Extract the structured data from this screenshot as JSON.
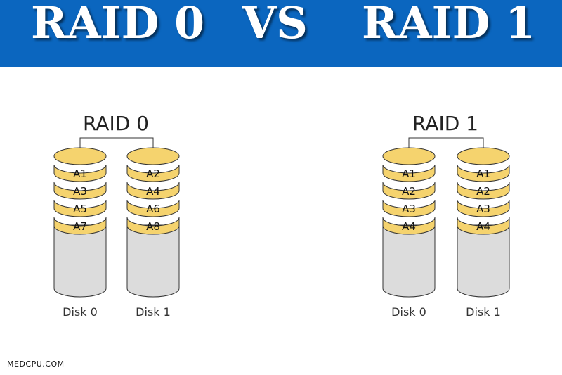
{
  "banner": {
    "title_left": "RAID 0",
    "title_vs": "VS",
    "title_right": "RAID 1",
    "background_color": "#0b66bf",
    "text_color": "#ffffff"
  },
  "diagrams": [
    {
      "title": "RAID 0",
      "disks": [
        {
          "label": "Disk 0",
          "blocks": [
            "A1",
            "A3",
            "A5",
            "A7"
          ]
        },
        {
          "label": "Disk 1",
          "blocks": [
            "A2",
            "A4",
            "A6",
            "A8"
          ]
        }
      ]
    },
    {
      "title": "RAID 1",
      "disks": [
        {
          "label": "Disk 0",
          "blocks": [
            "A1",
            "A2",
            "A3",
            "A4"
          ]
        },
        {
          "label": "Disk 1",
          "blocks": [
            "A1",
            "A2",
            "A3",
            "A4"
          ]
        }
      ]
    }
  ],
  "colors": {
    "block_fill": "#f5d36e",
    "disk_fill": "#dcdcdc",
    "outline": "#333333"
  },
  "footer": {
    "site": "MEDCPU.COM"
  }
}
